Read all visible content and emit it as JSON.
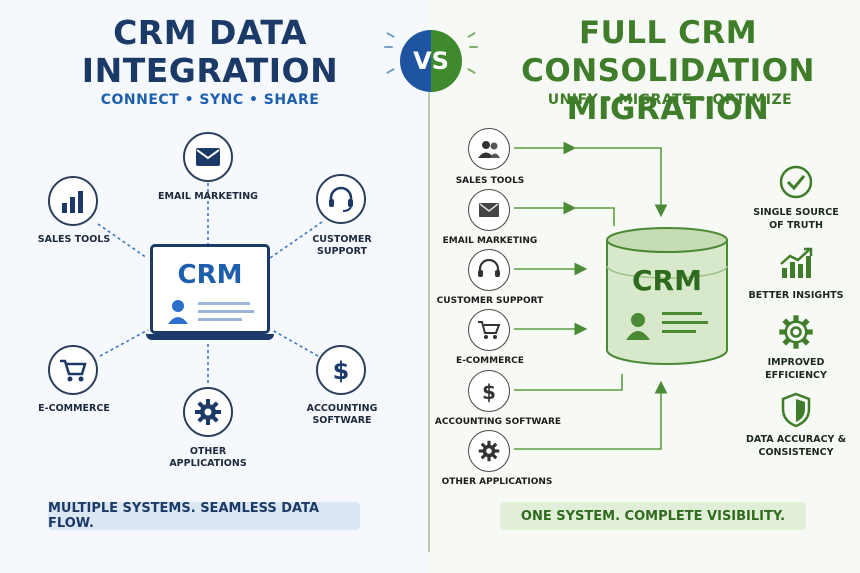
{
  "left": {
    "title_line1": "CRM DATA",
    "title_line2": "INTEGRATION",
    "subtitle": "CONNECT • SYNC • SHARE",
    "center_label": "CRM",
    "nodes": [
      {
        "label": "EMAIL MARKETING",
        "icon": "envelope-icon"
      },
      {
        "label": "SALES TOOLS",
        "icon": "bar-chart-icon"
      },
      {
        "label": "CUSTOMER SUPPORT",
        "icon": "headset-icon"
      },
      {
        "label": "E-COMMERCE",
        "icon": "cart-icon"
      },
      {
        "label": "ACCOUNTING SOFTWARE",
        "icon": "dollar-icon"
      },
      {
        "label": "OTHER APPLICATIONS",
        "icon": "gear-icon"
      }
    ],
    "footer": "MULTIPLE SYSTEMS. SEAMLESS DATA FLOW."
  },
  "vs_label": "VS",
  "right": {
    "title_line1": "FULL CRM CONSOLIDATION",
    "title_line2": "MIGRATION",
    "subtitle": "UNIFY • MIGRATE • OPTIMIZE",
    "center_label": "CRM",
    "sources": [
      {
        "label": "SALES TOOLS",
        "icon": "users-icon"
      },
      {
        "label": "EMAIL MARKETING",
        "icon": "envelope-icon"
      },
      {
        "label": "CUSTOMER SUPPORT",
        "icon": "headset-icon"
      },
      {
        "label": "E-COMMERCE",
        "icon": "cart-icon"
      },
      {
        "label": "ACCOUNTING SOFTWARE",
        "icon": "dollar-icon"
      },
      {
        "label": "OTHER APPLICATIONS",
        "icon": "gear-icon"
      }
    ],
    "benefits": [
      {
        "line1": "SINGLE SOURCE",
        "line2": "OF TRUTH",
        "icon": "check-circle-icon"
      },
      {
        "line1": "BETTER INSIGHTS",
        "line2": "",
        "icon": "rising-chart-icon"
      },
      {
        "line1": "IMPROVED",
        "line2": "EFFICIENCY",
        "icon": "gear-icon"
      },
      {
        "line1": "DATA ACCURACY &",
        "line2": "CONSISTENCY",
        "icon": "shield-icon"
      }
    ],
    "footer": "ONE SYSTEM. COMPLETE VISIBILITY."
  },
  "colors": {
    "left_accent": "#1b3a68",
    "left_blue": "#1e5fad",
    "right_accent": "#3f7d2a",
    "right_green": "#5a9e3e"
  }
}
